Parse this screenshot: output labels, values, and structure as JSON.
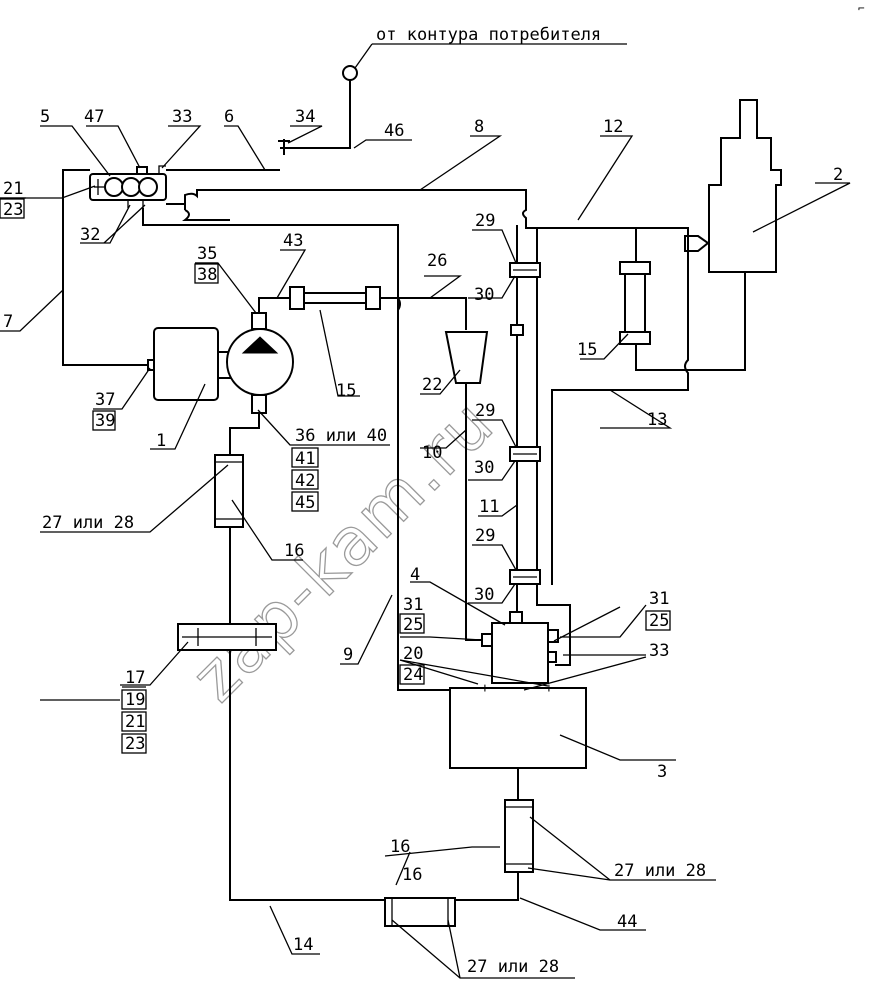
{
  "title": "от контура потребителя",
  "corner_mark": "⌐",
  "watermark": "zap-kam.ru",
  "or_label": "или",
  "labels": {
    "l1": "1",
    "l2": "2",
    "l3": "3",
    "l4": "4",
    "l5": "5",
    "l6": "6",
    "l7": "7",
    "l8": "8",
    "l9": "9",
    "l10": "10",
    "l11": "11",
    "l12": "12",
    "l13": "13",
    "l14": "14",
    "l15a": "15",
    "l15b": "15",
    "l16a": "16",
    "l16b": "16",
    "l16c": "16",
    "l17": "17",
    "l19": "19",
    "l20": "20",
    "l21a": "21",
    "l21b": "21",
    "l22": "22",
    "l23a": "23",
    "l23b": "23",
    "l24": "24",
    "l25a": "25",
    "l25b": "25",
    "l26": "26",
    "l27_28a": "27 или 28",
    "l27_28b": "27 или 28",
    "l27_28c": "27 или 28",
    "l29a": "29",
    "l29b": "29",
    "l29c": "29",
    "l30a": "30",
    "l30b": "30",
    "l30c": "30",
    "l31a": "31",
    "l31b": "31",
    "l32": "32",
    "l33a": "33",
    "l33b": "33",
    "l34": "34",
    "l35": "35",
    "l36_40": "36 или 40",
    "l37": "37",
    "l38": "38",
    "l39": "39",
    "l41": "41",
    "l42": "42",
    "l43": "43",
    "l44": "44",
    "l45": "45",
    "l46": "46",
    "l47": "47"
  }
}
